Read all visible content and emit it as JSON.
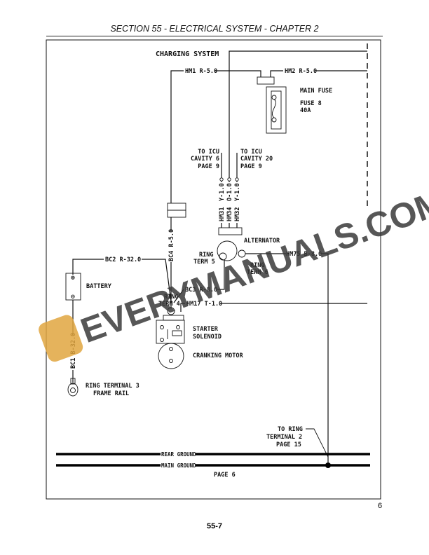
{
  "header": {
    "title": "SECTION 55 - ELECTRICAL SYSTEM - CHAPTER 2"
  },
  "diagram": {
    "title": "CHARGING SYSTEM",
    "wires": {
      "hm1": "HM1 R-5.0",
      "hm2": "HM2 R-5.0",
      "hm31": "HM31",
      "hm34": "HM34",
      "hm32": "HM32",
      "hm31_color": "Y-1.0",
      "hm34_color": "O-1.0",
      "hm32_color": "Y-1.0",
      "bc4": "BC4 R-5.0",
      "bc2": "BC2 R-32.0",
      "bc3": "BC3 R-8.0",
      "hm75": "HM75 B-8.0",
      "hm17": "HM17 T-1.0",
      "bc1": "BC1 B-32.0"
    },
    "components": {
      "main_fuse": "MAIN FUSE",
      "fuse_number": "FUSE 8",
      "fuse_rating": "40A",
      "alternator": "ALTERNATOR",
      "battery": "BATTERY",
      "starter_1": "STARTER",
      "starter_2": "SOLENOID",
      "cranking_motor": "CRANKING MOTOR",
      "ring_term5_1": "RING",
      "ring_term5_2": "TERM 5",
      "ring_term6_1": "RING",
      "ring_term6_2": "TERM 6",
      "ring_term4_1": "RING",
      "ring_term4_2": "TERM 4",
      "ring_terminal3_1": "RING TERMINAL 3",
      "ring_terminal3_2": "FRAME RAIL"
    },
    "references": {
      "icu6": [
        "TO ICU",
        "CAVITY 6",
        "PAGE 9"
      ],
      "icu20": [
        "TO ICU",
        "CAVITY 20",
        "PAGE 9"
      ],
      "ring2": [
        "TO RING",
        "TERMINAL 2",
        "PAGE 15"
      ],
      "ground_page": "PAGE 6"
    },
    "grounds": {
      "rear": "REAR GROUND",
      "main": "MAIN GROUND"
    }
  },
  "watermark": "EVERYMANUALS.COM",
  "footer": {
    "page_marker": "6",
    "folio": "55-7"
  }
}
